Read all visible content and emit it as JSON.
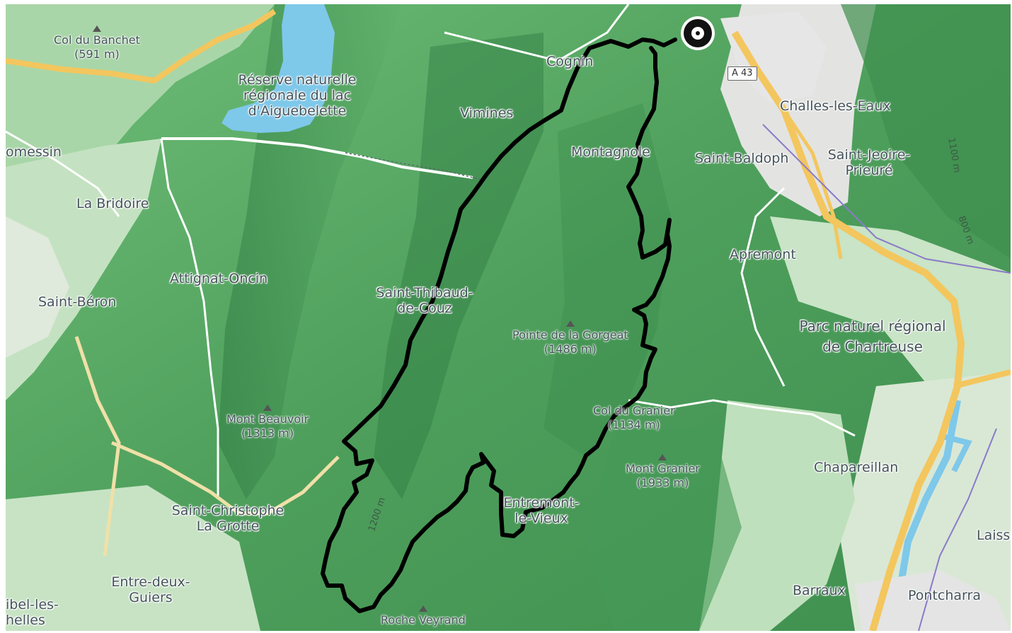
{
  "map": {
    "colors": {
      "forest": "#4fa35e",
      "forest_dark": "#2f7d43",
      "open": "#cfe6cf",
      "urban": "#e2e2e2",
      "water": "#7ec8ea",
      "road_major": "#f3c65e",
      "road_minor": "#ffffff",
      "route": "#111111"
    },
    "places": {
      "col_banchet": "Col du Banchet",
      "col_banchet_alt": "(591 m)",
      "reserve1": "Réserve naturelle",
      "reserve2": "régionale du lac",
      "reserve3": "d'Aiguebelette",
      "cognin": "Cognin",
      "vimines": "Vimines",
      "montagnole": "Montagnole",
      "saint_baldoph": "Saint-Baldoph",
      "challes": "Challes-les-Eaux",
      "saint_jeoire1": "Saint-Jeoire-",
      "saint_jeoire2": "Prieuré",
      "domessin": "omessin",
      "la_bridoire": "La Bridoire",
      "attignat": "Attignat-Oncin",
      "saint_beron": "Saint-Béron",
      "apremont": "Apremont",
      "thibaud1": "Saint-Thibaud-",
      "thibaud2": "de-Couz",
      "parc1": "Parc naturel régional",
      "parc2": "de Chartreuse",
      "chapareillan": "Chapareillan",
      "christophe1": "Saint-Christophe",
      "christophe2": "La Grotte",
      "entremont1": "Entremont-",
      "entremont2": "le-Vieux",
      "entre_deux1": "Entre-deux-",
      "entre_deux2": "Guiers",
      "echelles1": "ibel-les-",
      "echelles2": "helles",
      "barraux": "Barraux",
      "pontcharra": "Pontcharra",
      "laissaud": "Laissau"
    },
    "peaks": {
      "gorgeat": "Pointe de la Gorgeat",
      "gorgeat_alt": "(1486 m)",
      "beauvoir": "Mont Beauvoir",
      "beauvoir_alt": "(1313 m)",
      "granier_col": "Col du Granier",
      "granier_col_alt": "(1134 m)",
      "granier": "Mont Granier",
      "granier_alt": "(1933 m)",
      "roche": "Roche Veyrand"
    },
    "roads": {
      "a43": "A 43"
    },
    "contours": {
      "c1200": "1200 m",
      "c1100": "1100 m",
      "c800": "800 m"
    },
    "marker_icon": "start-target-icon"
  }
}
